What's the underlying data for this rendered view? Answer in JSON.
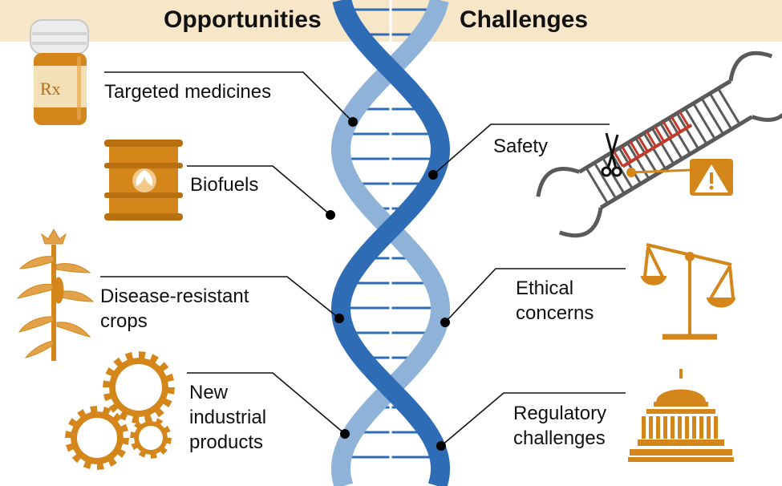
{
  "headers": {
    "left": "Opportunities",
    "right": "Challenges"
  },
  "opportunities": [
    {
      "label": "Targeted medicines",
      "icon": "pill-bottle-icon",
      "icon_text": "Rx"
    },
    {
      "label": "Biofuels",
      "icon": "fuel-barrel-icon"
    },
    {
      "label": "Disease-resistant\ncrops",
      "icon": "corn-plant-icon"
    },
    {
      "label": "New\nindustrial\nproducts",
      "icon": "gears-icon"
    }
  ],
  "challenges": [
    {
      "label": "Safety",
      "icon": "dna-edit-warning-icon"
    },
    {
      "label": "Ethical\nconcerns",
      "icon": "scales-icon"
    },
    {
      "label": "Regulatory\nchallenges",
      "icon": "capitol-building-icon"
    }
  ],
  "colors": {
    "header_band": "#f7e6c8",
    "dark_strand": "#2e6cb5",
    "light_strand": "#8fb2d9",
    "rungs": "#2e6cb5",
    "icon_orange": "#d4861a",
    "dna_gray": "#5a5a5a",
    "edit_red": "#c03a2b"
  }
}
